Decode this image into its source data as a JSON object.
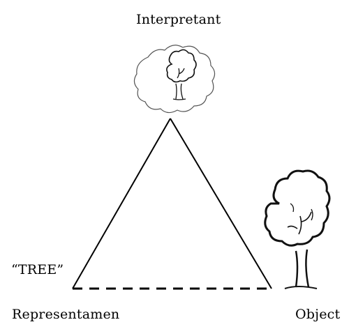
{
  "labels": {
    "interpretant": "Interpretant",
    "sign_word": "“TREE”",
    "representamen": "Representamen",
    "object": "Object"
  },
  "icons": {
    "thought_cloud": "thought-cloud-icon",
    "thought_tree": "tree-icon",
    "object_tree": "tree-icon"
  },
  "colors": {
    "ink": "#000000",
    "background": "#ffffff"
  }
}
